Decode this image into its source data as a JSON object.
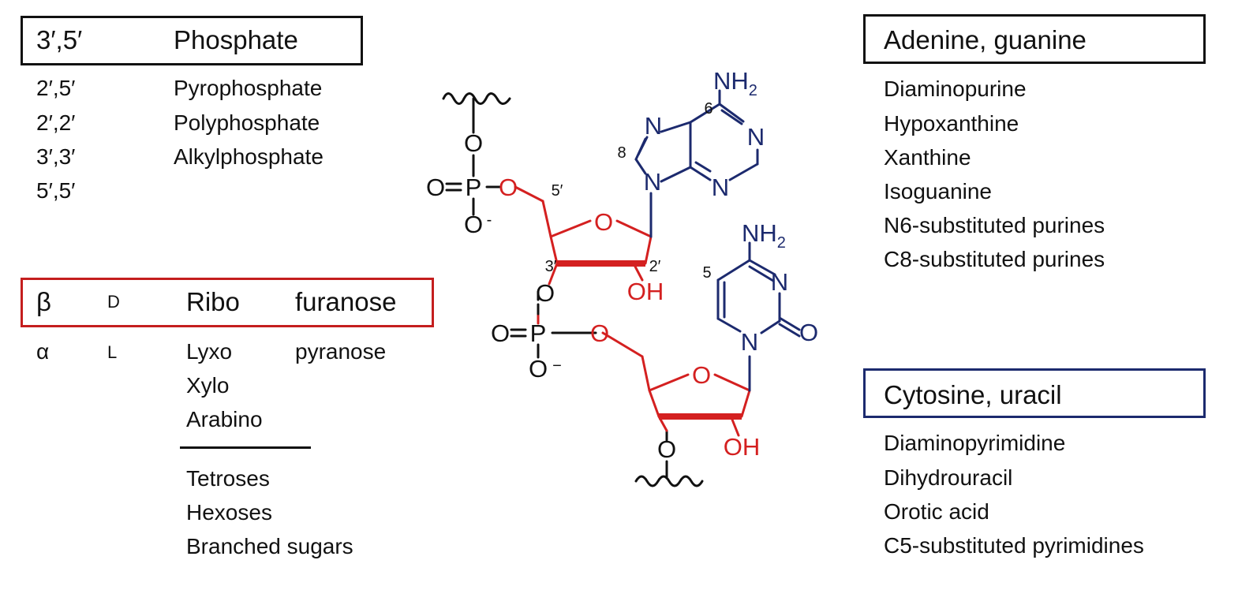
{
  "linkage": {
    "selected": {
      "position": "3′,5′",
      "type": "Phosphate"
    },
    "positions": [
      "2′,5′",
      "2′,2′",
      "3′,3′",
      "5′,5′"
    ],
    "types": [
      "Pyrophosphate",
      "Polyphosphate",
      "Alkylphosphate"
    ]
  },
  "sugar": {
    "selected": {
      "anomer": "β",
      "config": "D",
      "sugar": "Ribo",
      "ring": "furanose"
    },
    "alt_anomer": "α",
    "alt_config": "L",
    "alt_sugars": [
      "Lyxo",
      "Xylo",
      "Arabino"
    ],
    "alt_ring": "pyranose",
    "other_sugars": [
      "Tetroses",
      "Hexoses",
      "Branched sugars"
    ]
  },
  "purines": {
    "selected": "Adenine, guanine",
    "alternatives": [
      "Diaminopurine",
      "Hypoxanthine",
      "Xanthine",
      "Isoguanine",
      "N6-substituted purines",
      "C8-substituted purines"
    ]
  },
  "pyrimidines": {
    "selected": "Cytosine, uracil",
    "alternatives": [
      "Diaminopyrimidine",
      "Dihydrouracil",
      "Orotic acid",
      "C5-substituted pyrimidines"
    ]
  },
  "structure": {
    "atoms": {
      "O": "O",
      "P": "P",
      "N": "N",
      "NH": "NH",
      "sub2": "2",
      "OH": "OH",
      "minus": "-",
      "minus2": "−"
    },
    "position_labels": {
      "p5": "5′",
      "p3": "3′",
      "p2": "2′",
      "c6": "6",
      "c8": "8",
      "c5": "5"
    }
  },
  "colors": {
    "sugar_red": "#d42020",
    "base_blue": "#1c2a6e",
    "phosphate_black": "#111111",
    "box_black": "#111111",
    "box_red": "#c41e1e",
    "box_blue": "#1c2a6e"
  }
}
